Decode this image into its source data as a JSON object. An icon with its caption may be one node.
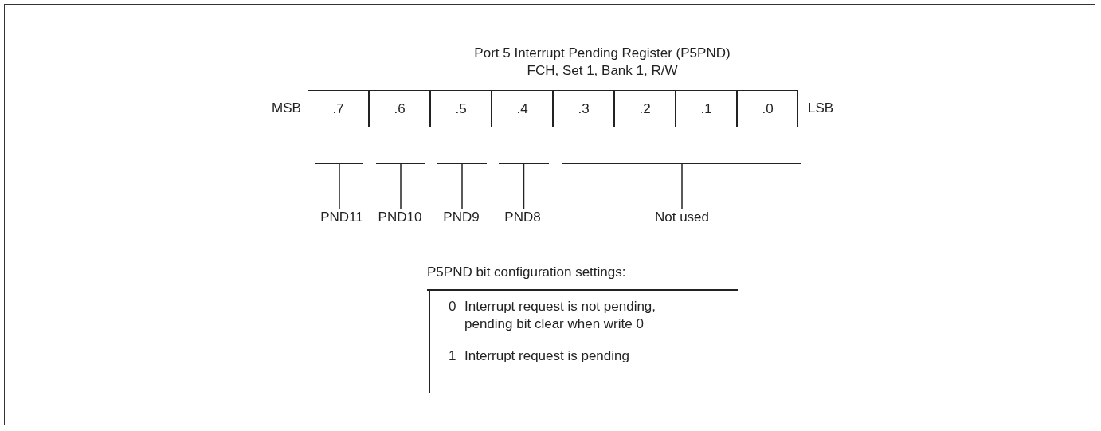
{
  "diagram": {
    "title": "Port 5 Interrupt Pending Register (P5PND)",
    "nodes": [
      {
        "text": [
          ".7"
        ]
      },
      {
        "text": [
          ".6"
        ]
      },
      {
        "text": [
          ".5"
        ]
      },
      {
        "text": [
          ".4"
        ]
      },
      {
        "text": [
          ".3"
        ]
      },
      {
        "text": [
          ".2"
        ]
      },
      {
        "text": [
          ".1"
        ]
      },
      {
        "text": [
          ".0"
        ]
      },
      {
        "text": [],
        "shape": "bar"
      },
      {
        "text": [],
        "shape": "bar"
      },
      {
        "text": [],
        "shape": "bar"
      },
      {
        "text": [],
        "shape": "bar"
      },
      {
        "text": [],
        "shape": "bar"
      },
      {
        "text": [
          "PND11"
        ]
      },
      {
        "text": [
          "PND10"
        ]
      },
      {
        "text": [
          "PND9"
        ]
      },
      {
        "text": [
          "PND8"
        ]
      },
      {
        "text": [
          "Not used"
        ]
      }
    ],
    "edges": [
      {
        "from": 13,
        "to": 8,
        "arrow": "none"
      },
      {
        "from": 14,
        "to": 9,
        "arrow": "none"
      },
      {
        "from": 15,
        "to": 10,
        "arrow": "none"
      },
      {
        "from": 16,
        "to": 11,
        "arrow": "none"
      },
      {
        "from": 17,
        "to": 12,
        "arrow": "none"
      }
    ],
    "labels": [
      "FCH, Set 1, Bank 1, R/W",
      "MSB",
      "LSB",
      "P5PND bit configuration settings:",
      "0",
      "Interrupt request is not pending, pending bit clear when write 0",
      "1",
      "Interrupt request is pending"
    ]
  }
}
